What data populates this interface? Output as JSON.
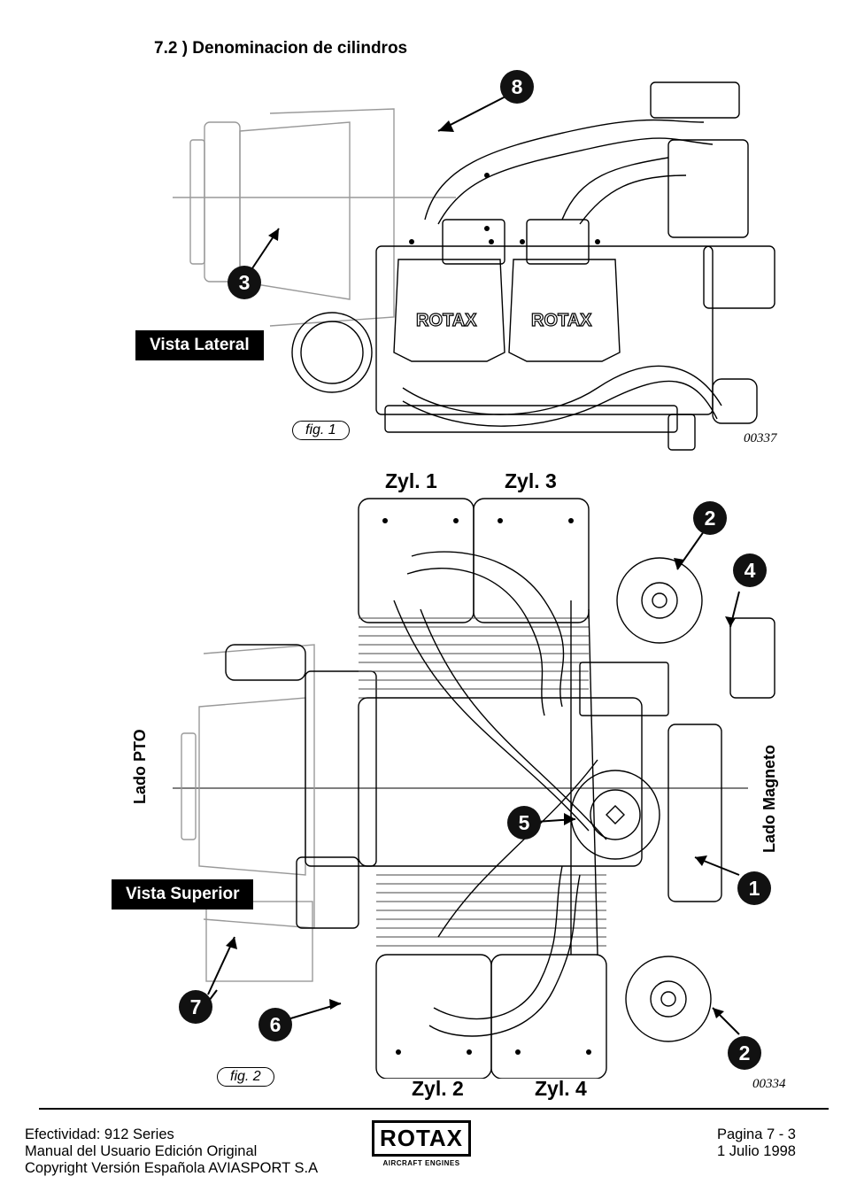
{
  "section_title": "7.2 ) Denominacion de cilindros",
  "fig1": {
    "view_label": "Vista Lateral",
    "tag": "fig. 1",
    "code": "00337",
    "callouts": [
      "8",
      "3"
    ],
    "engine_badge_left": "ROTAX",
    "engine_badge_right": "ROTAX"
  },
  "fig2": {
    "view_label": "Vista Superior",
    "tag": "fig. 2",
    "code": "00334",
    "cyl_top_left": "Zyl. 1",
    "cyl_top_right": "Zyl. 3",
    "cyl_bottom_left": "Zyl. 2",
    "cyl_bottom_right": "Zyl. 4",
    "side_left": "Lado PTO",
    "side_right": "Lado Magneto",
    "callouts": [
      "2",
      "4",
      "5",
      "1",
      "7",
      "6",
      "2"
    ]
  },
  "footer": {
    "left_line1": "Efectividad: 912 Series",
    "left_line2": "Manual del Usuario Edición Original",
    "left_line3": "Copyright Versión Española AVIASPORT S.A",
    "logo": "ROTAX",
    "logo_sub": "AIRCRAFT ENGINES",
    "right_line1": "Pagina 7 - 3",
    "right_line2": "1 Julio 1998"
  }
}
